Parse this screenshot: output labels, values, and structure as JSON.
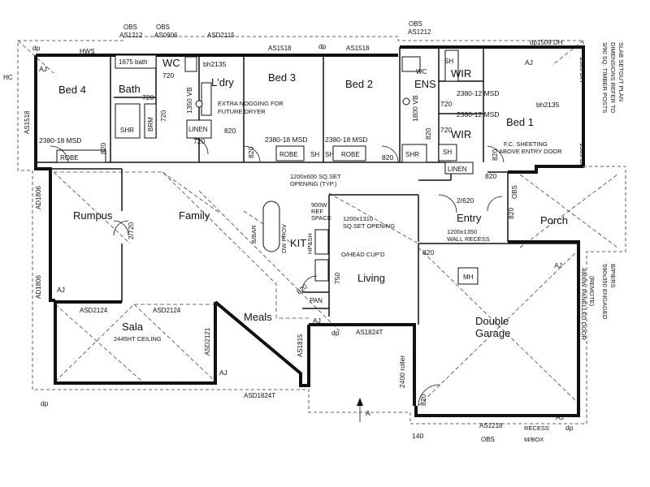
{
  "rooms": {
    "bed4": "Bed 4",
    "bath": "Bath",
    "wc": "WC",
    "laundry": "L'dry",
    "bed3": "Bed 3",
    "bed2": "Bed 2",
    "ens": "ENS",
    "wir_top": "WIR",
    "wir_bottom": "WIR",
    "bed1": "Bed 1",
    "rumpus": "Rumpus",
    "family": "Family",
    "kit": "KIT",
    "living": "Living",
    "entry": "Entry",
    "porch": "Porch",
    "sala": "Sala",
    "meals": "Meals",
    "garage_line1": "Double",
    "garage_line2": "Garage"
  },
  "fixtures": {
    "shr_bath": "SHR",
    "shr_ens": "SHR",
    "brm": "BRM",
    "linen_ldry": "LINEN",
    "linen_entry": "LINEN",
    "robe_bed4": "ROBE",
    "robe_bed3": "ROBE",
    "robe_bed2": "ROBE",
    "sh_bed3": "SH",
    "sh_bed2": "SH",
    "sh_ens": "SH",
    "sh_wir": "SH",
    "pan": "PAN",
    "mh": "MH",
    "wc_ens": "WC",
    "hws": "HWS",
    "hc": "HC",
    "bath_size": "1675 bath"
  },
  "windows": {
    "obs1": "OBS",
    "as1212_top": "AS1212",
    "obs2": "OBS",
    "aso0906": "AS0906",
    "asd2115": "ASD2115",
    "as1518_bed3": "AS1518",
    "as1518_bed2": "AS1518",
    "obs3": "OBS",
    "as1212_ens": "AS1212",
    "dp1509_dh": "dp1509 DH",
    "as1518_bed4": "AS1518",
    "ad1806_top": "AD1806",
    "ad1806_bottom": "AD1806",
    "asd2124_left": "ASD2124",
    "asd2124_right": "ASD2124",
    "asd2121": "ASD2121",
    "as1815": "AS1815",
    "asd1824t_bottom": "ASD1824T",
    "as1824t_living": "AS1824T",
    "as1218_garage": "AS1218",
    "obs_porch": "OBS",
    "obs_garage": "OBS",
    "dh_right": "1509 DH",
    "dh_right2": "1509 DH"
  },
  "dimensions": {
    "d720_wc": "720",
    "bh2135_wc": "bh2135",
    "d1350vb": "1350 VB",
    "d720_bath": "720",
    "d720_brm": "720",
    "d2380_18msd_bed4": "2380-18 MSD",
    "d2380_18msd_bed3": "2380-18 MSD",
    "d2380_18msd_bed2": "2380-18 MSD",
    "d820_bed4": "820",
    "d820_bed3": "820",
    "d820_bed2": "820",
    "d820_ldry": "820",
    "d720_linen": "720",
    "d1800vb": "1800 VB",
    "d720_ens": "720",
    "d2380_12msd_top": "2380-12 MSD",
    "d2380_12msd_bottom": "2380-12 MSD",
    "d720_wir": "720",
    "d820_ens": "820",
    "d820_bed1": "820",
    "d820_linen": "820",
    "bh2135_bed1": "bh2135",
    "d2620": "2/620",
    "d820_entry": "820",
    "d820_living": "820",
    "d820_pan": "820",
    "d2720": "2/720",
    "d750": "750",
    "d2400_roller": "2400 roller",
    "d820_garage": "820",
    "d140": "140",
    "dp1": "dp",
    "dp2": "dp",
    "dp3": "dp",
    "dp4": "dp",
    "dp5": "dp",
    "aj1": "AJ",
    "aj2": "AJ",
    "aj3": "AJ",
    "aj4": "AJ",
    "aj5": "AJ",
    "aj6": "AJ",
    "aj7": "AJ"
  },
  "notes": {
    "nogging_line1": "EXTRA NOGGING FOR",
    "nogging_line2": "FUTURE DRYER",
    "set_opening_line1": "1200x600 SQ.SET",
    "set_opening_line2": "OPENING (TYP.)",
    "fridge_line1": "900W",
    "fridge_line2": "REF",
    "fridge_line3": "SPACE",
    "bar": "B/BAR",
    "dw_prov": "DW PROV",
    "hp_sh": "HP&SH",
    "head_cup": "O/HEAD CUP'D",
    "living_opening_line1": "1200x1310",
    "living_opening_line2": "SQ.SET OPENING",
    "fc_sheeting_line1": "F.C. SHEETING",
    "fc_sheeting_line2": "ABOVE ENTRY DOOR",
    "wall_recess_line1": "1200x1350",
    "wall_recess_line2": "WALL RECESS",
    "sala_ceiling": "2445HT CEILING",
    "timber_posts_line1": "3/90 SQ. TIMBER POSTS",
    "timber_posts_line2": "DIMENSIONS REFER TO",
    "timber_posts_line3": "SLAB SETOUT PLAN",
    "garage_door_line1": "4800W PANELLED DOOR",
    "garage_door_line2": "(REMOTE)",
    "piers_line1": "590x350 ENGAGED",
    "piers_line2": "B/PIERS",
    "recess": "RECESS",
    "mbox": "M/BOX",
    "north_arrow": "A"
  }
}
